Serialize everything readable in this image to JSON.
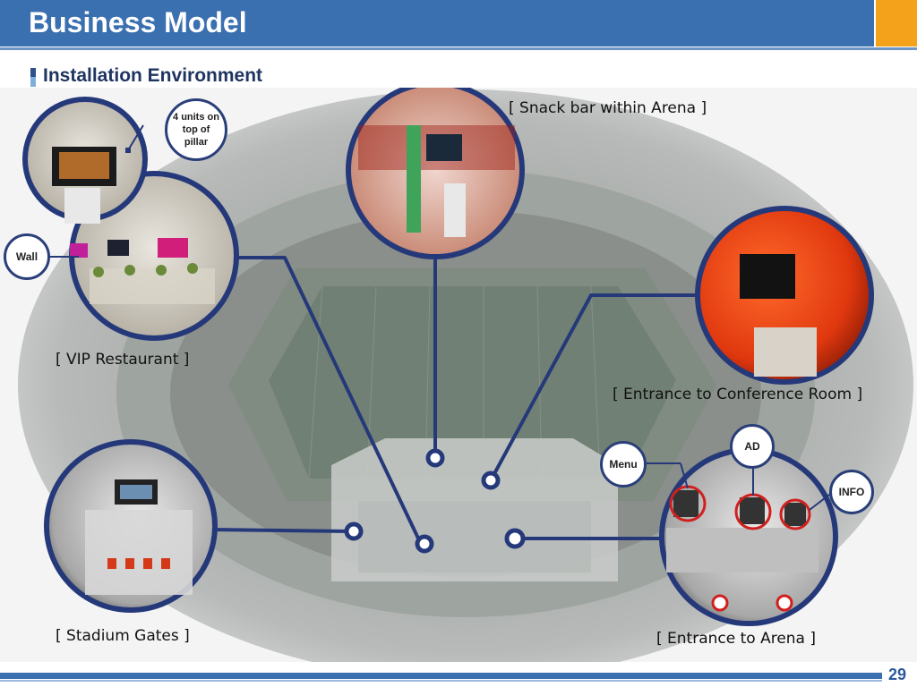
{
  "header": {
    "title": "Business Model"
  },
  "section": {
    "subtitle": "Installation Environment"
  },
  "locations": {
    "snack_bar": "[ Snack bar within Arena ]",
    "vip_restaurant": "[ VIP Restaurant ]",
    "conference_room": "[ Entrance to Conference Room ]",
    "stadium_gates": "[ Stadium Gates ]",
    "entrance_arena": "[ Entrance to Arena ]"
  },
  "callouts": {
    "pillar": "4 units on top of pillar",
    "wall": "Wall",
    "ad": "AD",
    "menu": "Menu",
    "info": "INFO"
  },
  "footer": {
    "page_number": "29"
  },
  "colors": {
    "header_blue": "#3a6fb0",
    "accent_orange": "#f4a21c",
    "connector_navy": "#25397a",
    "highlight_red": "#d0201e"
  }
}
